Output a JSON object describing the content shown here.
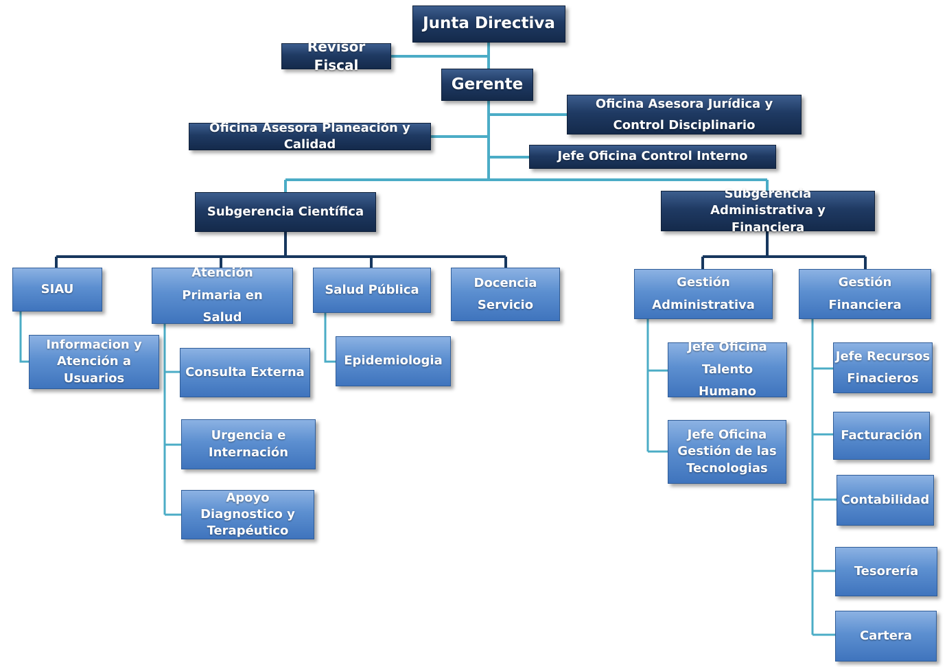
{
  "colors": {
    "dark_box": "#1f3a63",
    "light_box": "#5c8fd0",
    "connector_light": "#4bacc6",
    "connector_dark": "#17375e"
  },
  "nodes": {
    "junta": "Junta Directiva",
    "revisor": "Revisor Fiscal",
    "gerente": "Gerente",
    "juridica": "Oficina Asesora Jurídica y Control Disciplinario",
    "planeacion": "Oficina Asesora Planeación y Calidad",
    "control": "Jefe Oficina Control Interno",
    "sub_cientifica": "Subgerencia Científica",
    "sub_admin": "Subgerencia Administrativa y Financiera",
    "siau": "SIAU",
    "atencion": "Atención Primaria en Salud",
    "salud": "Salud Pública",
    "docencia": "Docencia Servicio",
    "gestion_admin": "Gestión Administrativa",
    "gestion_fin": "Gestión Financiera",
    "informacion": "Informacion y Atención a Usuarios",
    "consulta": "Consulta Externa",
    "urgencia": "Urgencia e Internación",
    "apoyo": "Apoyo Diagnostico y Terapéutico",
    "epidemiologia": "Epidemiologia",
    "talento": "Jefe Oficina Talento Humano",
    "tecnologias": "Jefe Oficina Gestión de las Tecnologias",
    "recursos": "Jefe Recursos Finacieros",
    "facturacion": "Facturación",
    "contabilidad": "Contabilidad",
    "tesoreria": "Tesorería",
    "cartera": "Cartera"
  }
}
